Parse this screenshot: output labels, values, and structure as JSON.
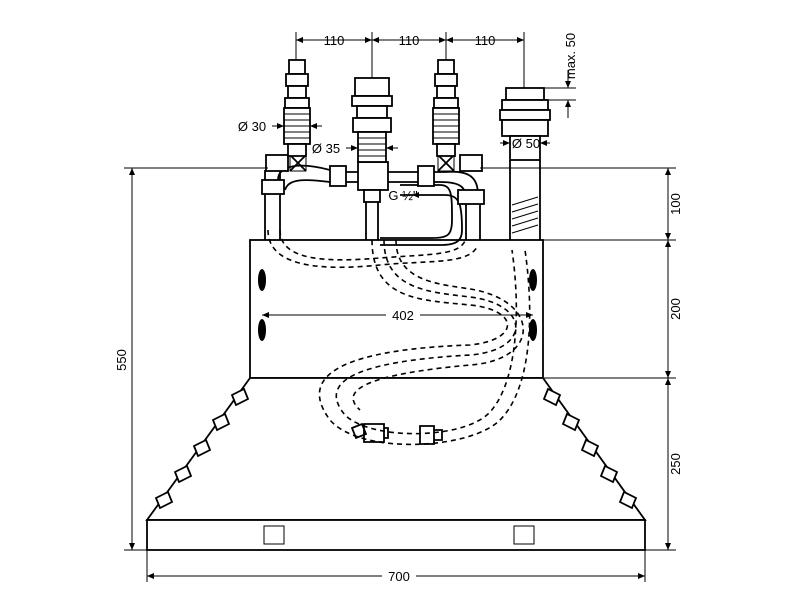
{
  "dimensions": {
    "spacing_1": "110",
    "spacing_2": "110",
    "spacing_3": "110",
    "max_height": "max. 50",
    "diameter_30": "Ø 30",
    "diameter_35": "Ø 35",
    "diameter_50": "Ø 50",
    "thread": "G ½\"",
    "width_inner": "402",
    "width_total": "700",
    "height_total": "550",
    "height_top": "100",
    "height_mid": "200",
    "height_bottom": "250"
  }
}
